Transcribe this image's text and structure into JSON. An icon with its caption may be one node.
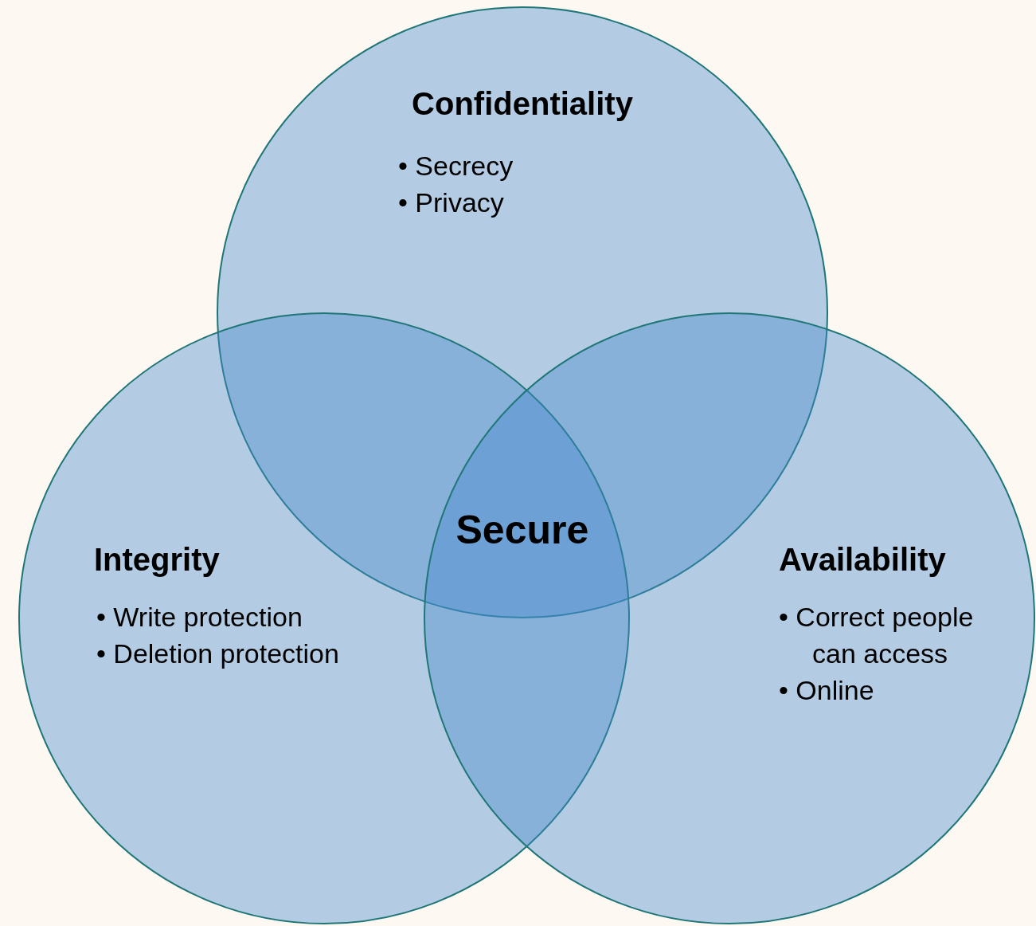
{
  "diagram": {
    "nodes": [
      {
        "text": [
          "Confidentiality",
          "• Secrecy",
          "• Privacy"
        ]
      },
      {
        "text": [
          "Integrity",
          "• Write protection",
          "• Deletion protection"
        ]
      },
      {
        "text": [
          "Availability",
          "• Correct people can access",
          "• Online"
        ]
      }
    ],
    "labels": [
      "Secure"
    ]
  }
}
